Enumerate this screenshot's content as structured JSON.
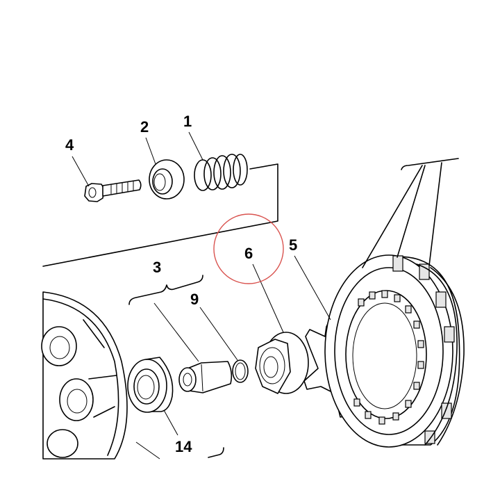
{
  "diagram": {
    "callouts": [
      {
        "id": "c1",
        "label": "1"
      },
      {
        "id": "c2",
        "label": "2"
      },
      {
        "id": "c3",
        "label": "3"
      },
      {
        "id": "c4",
        "label": "4"
      },
      {
        "id": "c5",
        "label": "5"
      },
      {
        "id": "c6",
        "label": "6"
      },
      {
        "id": "c9",
        "label": "9"
      },
      {
        "id": "c14",
        "label": "14"
      }
    ],
    "highlight": {
      "target": "6",
      "color": "#d9534f"
    },
    "colors": {
      "line": "#000000",
      "background": "#ffffff"
    }
  }
}
